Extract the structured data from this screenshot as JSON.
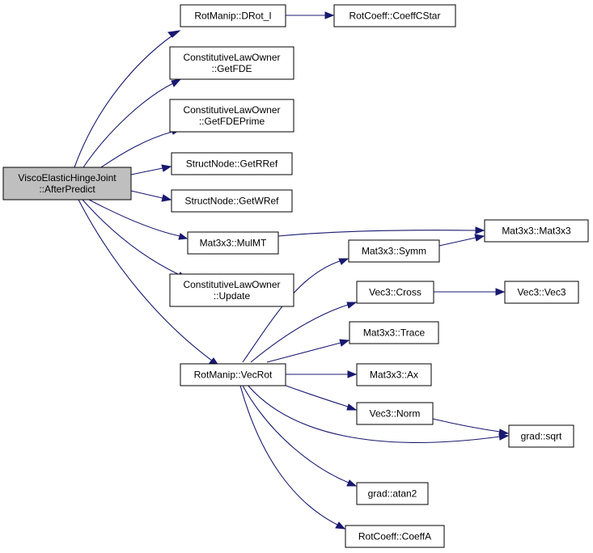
{
  "colors": {
    "edge": "#191970",
    "root_fill": "#bfbfbf",
    "node_fill": "#ffffff",
    "border": "#000000"
  },
  "nodes": {
    "root": {
      "lines": [
        "ViscoElasticHingeJoint",
        "::AfterPredict"
      ]
    },
    "drotI": {
      "lines": [
        "RotManip::DRot_I"
      ]
    },
    "coeffc": {
      "lines": [
        "RotCoeff::CoeffCStar"
      ]
    },
    "getfde": {
      "lines": [
        "ConstitutiveLawOwner",
        "::GetFDE"
      ]
    },
    "getfdep": {
      "lines": [
        "ConstitutiveLawOwner",
        "::GetFDEPrime"
      ]
    },
    "getrref": {
      "lines": [
        "StructNode::GetRRef"
      ]
    },
    "getwref": {
      "lines": [
        "StructNode::GetWRef"
      ]
    },
    "mulmt": {
      "lines": [
        "Mat3x3::MulMT"
      ]
    },
    "mat3x3": {
      "lines": [
        "Mat3x3::Mat3x3"
      ]
    },
    "update": {
      "lines": [
        "ConstitutiveLawOwner",
        "::Update"
      ]
    },
    "symm": {
      "lines": [
        "Mat3x3::Symm"
      ]
    },
    "cross": {
      "lines": [
        "Vec3::Cross"
      ]
    },
    "vec3": {
      "lines": [
        "Vec3::Vec3"
      ]
    },
    "trace": {
      "lines": [
        "Mat3x3::Trace"
      ]
    },
    "vecrot": {
      "lines": [
        "RotManip::VecRot"
      ]
    },
    "ax": {
      "lines": [
        "Mat3x3::Ax"
      ]
    },
    "norm": {
      "lines": [
        "Vec3::Norm"
      ]
    },
    "sqrt": {
      "lines": [
        "grad::sqrt"
      ]
    },
    "atan2": {
      "lines": [
        "grad::atan2"
      ]
    },
    "coeffa": {
      "lines": [
        "RotCoeff::CoeffA"
      ]
    }
  },
  "edges": [
    [
      "root",
      "drotI"
    ],
    [
      "drotI",
      "coeffc"
    ],
    [
      "root",
      "getfde"
    ],
    [
      "root",
      "getfdep"
    ],
    [
      "root",
      "getrref"
    ],
    [
      "root",
      "getwref"
    ],
    [
      "root",
      "mulmt"
    ],
    [
      "mulmt",
      "mat3x3"
    ],
    [
      "root",
      "update"
    ],
    [
      "root",
      "vecrot"
    ],
    [
      "vecrot",
      "symm"
    ],
    [
      "symm",
      "mat3x3"
    ],
    [
      "vecrot",
      "cross"
    ],
    [
      "cross",
      "vec3"
    ],
    [
      "vecrot",
      "trace"
    ],
    [
      "vecrot",
      "ax"
    ],
    [
      "vecrot",
      "norm"
    ],
    [
      "norm",
      "sqrt"
    ],
    [
      "vecrot",
      "sqrt"
    ],
    [
      "vecrot",
      "atan2"
    ],
    [
      "vecrot",
      "coeffa"
    ]
  ]
}
